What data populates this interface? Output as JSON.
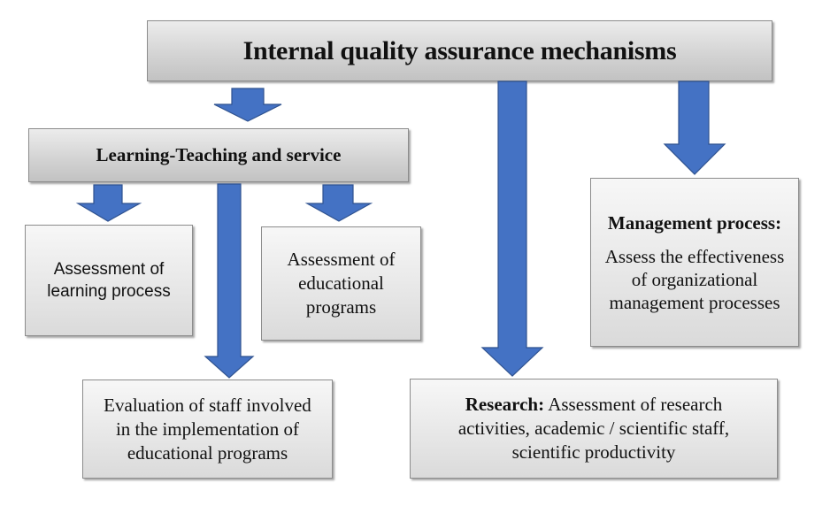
{
  "colors": {
    "arrow_fill": "#4472c4",
    "arrow_stroke": "#2f528f",
    "box_border": "#8c8c8c"
  },
  "diagram": {
    "root": {
      "label": "Internal quality assurance mechanisms"
    },
    "learning_teaching": {
      "label": "Learning-Teaching and service",
      "children": {
        "learning_process": {
          "line1": "Assessment of",
          "line2": "learning process"
        },
        "educational_programs": {
          "line1": "Assessment of",
          "line2": "educational",
          "line3": "programs"
        },
        "staff_evaluation": {
          "line1": "Evaluation of staff involved",
          "line2": "in the implementation of",
          "line3": "educational programs"
        }
      }
    },
    "research": {
      "heading": "Research",
      "separator": ":",
      "line1_rest": " Assessment of research",
      "line2": "activities, academic / scientific staff,",
      "line3": "scientific productivity"
    },
    "management": {
      "heading": "Management process",
      "separator": ":",
      "line1": "Assess the effectiveness",
      "line2": "of organizational",
      "line3": "management processes"
    }
  }
}
